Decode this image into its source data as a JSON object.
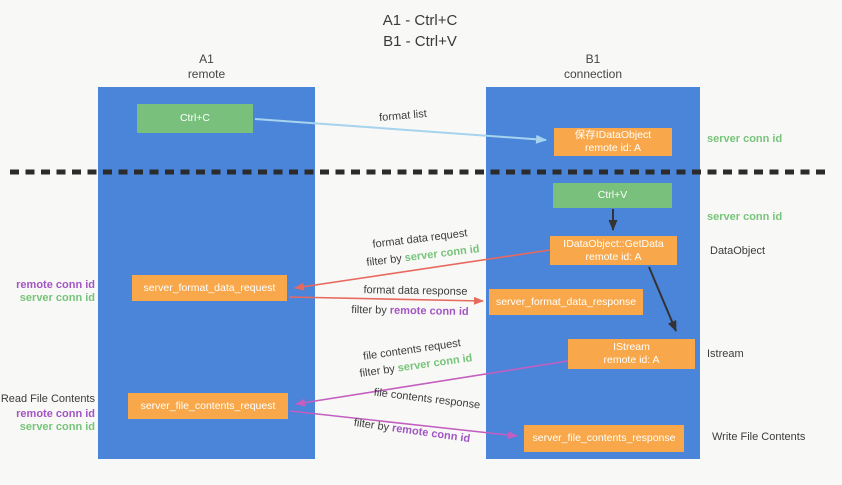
{
  "title": {
    "line1": "A1 - Ctrl+C",
    "line2": "B1 - Ctrl+V"
  },
  "lanes": {
    "a1": {
      "name": "A1",
      "subtitle": "remote"
    },
    "b1": {
      "name": "B1",
      "subtitle": "connection"
    }
  },
  "boxes": {
    "ctrl_c": {
      "label": "Ctrl+C"
    },
    "save_dataobject": {
      "line1": "保存IDataObject",
      "line2": "remote id: A"
    },
    "ctrl_v": {
      "label": "Ctrl+V"
    },
    "getdata": {
      "line1": "IDataObject::GetData",
      "line2": "remote id: A"
    },
    "format_request": {
      "label": "server_format_data_request"
    },
    "format_response": {
      "label": "server_format_data_response"
    },
    "istream": {
      "line1": "IStream",
      "line2": "remote id: A"
    },
    "file_request": {
      "label": "server_file_contents_request"
    },
    "file_response": {
      "label": "server_file_contents_response"
    }
  },
  "arrow_labels": {
    "format_list": "format list",
    "format_data_request": "format data request",
    "format_data_response": "format data response",
    "file_contents_request": "file contents request",
    "file_contents_response": "file contents response",
    "filter_by": "filter by ",
    "server_conn_id": "server conn id",
    "remote_conn_id": "remote conn id"
  },
  "side_labels": {
    "left": {
      "remote_conn_id_format": "remote conn id",
      "server_conn_id_format": "server conn id",
      "read_file_contents": "Read File Contents",
      "remote_conn_id_file": "remote conn id",
      "server_conn_id_file": "server conn id"
    },
    "right": {
      "server_conn_id_top": "server conn id",
      "server_conn_id_mid": "server conn id",
      "dataobject": "DataObject",
      "istream": "Istream",
      "write_file_contents": "Write File Contents"
    }
  },
  "colors": {
    "lane_blue": "#4a85d9",
    "box_green": "#79c07c",
    "box_orange": "#f8a84a",
    "arrow_lightblue": "#a6d3ee",
    "arrow_black": "#333333",
    "arrow_red": "#e8695e",
    "arrow_purple": "#c45ec0",
    "text_green": "#77c47a",
    "text_purple": "#a355c4",
    "divider_black": "#2b2b2b"
  }
}
